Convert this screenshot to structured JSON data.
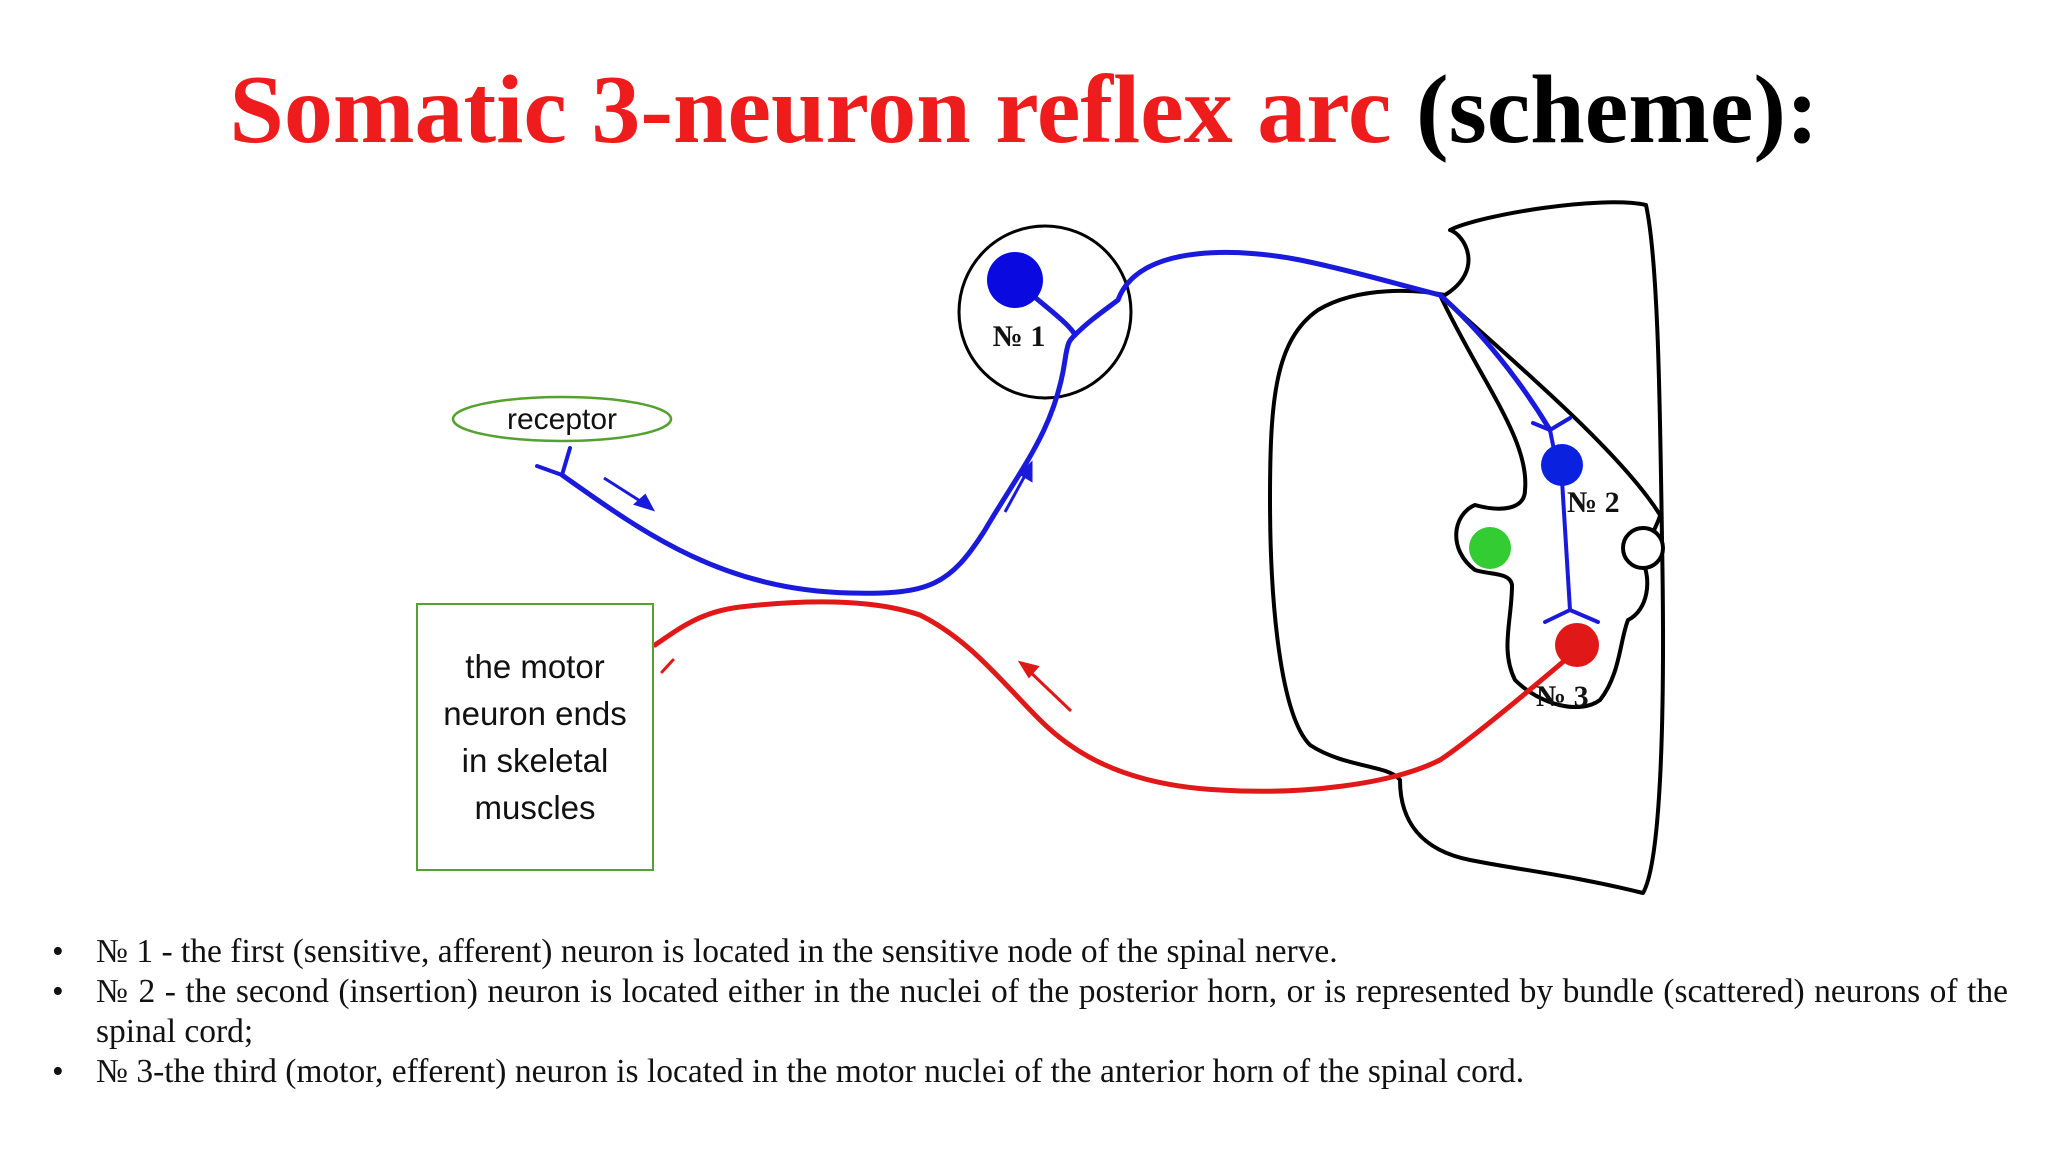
{
  "title": {
    "red_part": "Somatic 3-neuron reflex arc",
    "black_part": " (scheme):"
  },
  "diagram": {
    "receptor_label": "receptor",
    "neuron1_label": "№ 1",
    "neuron2_label": "№ 2",
    "neuron3_label": "№ 3",
    "motor_box_text": "the motor neuron ends in skeletal muscles",
    "colors": {
      "afferent": "#1a1adc",
      "efferent": "#e01818",
      "neuron1": "#0a0ae0",
      "neuron2": "#0a22e0",
      "neuron3": "#e01818",
      "green_nucleus": "#33cc33",
      "outline": "#000000",
      "label_border": "#56a030"
    }
  },
  "notes": [
    "№ 1 - the first (sensitive, afferent) neuron is located in the sensitive node of the spinal nerve.",
    "№ 2 - the second (insertion) neuron is located either in the nuclei of the posterior horn, or is represented by bundle (scattered) neurons of the spinal cord;",
    "№ 3-the third (motor, efferent) neuron is located in the motor nuclei of the anterior horn of the spinal cord."
  ]
}
